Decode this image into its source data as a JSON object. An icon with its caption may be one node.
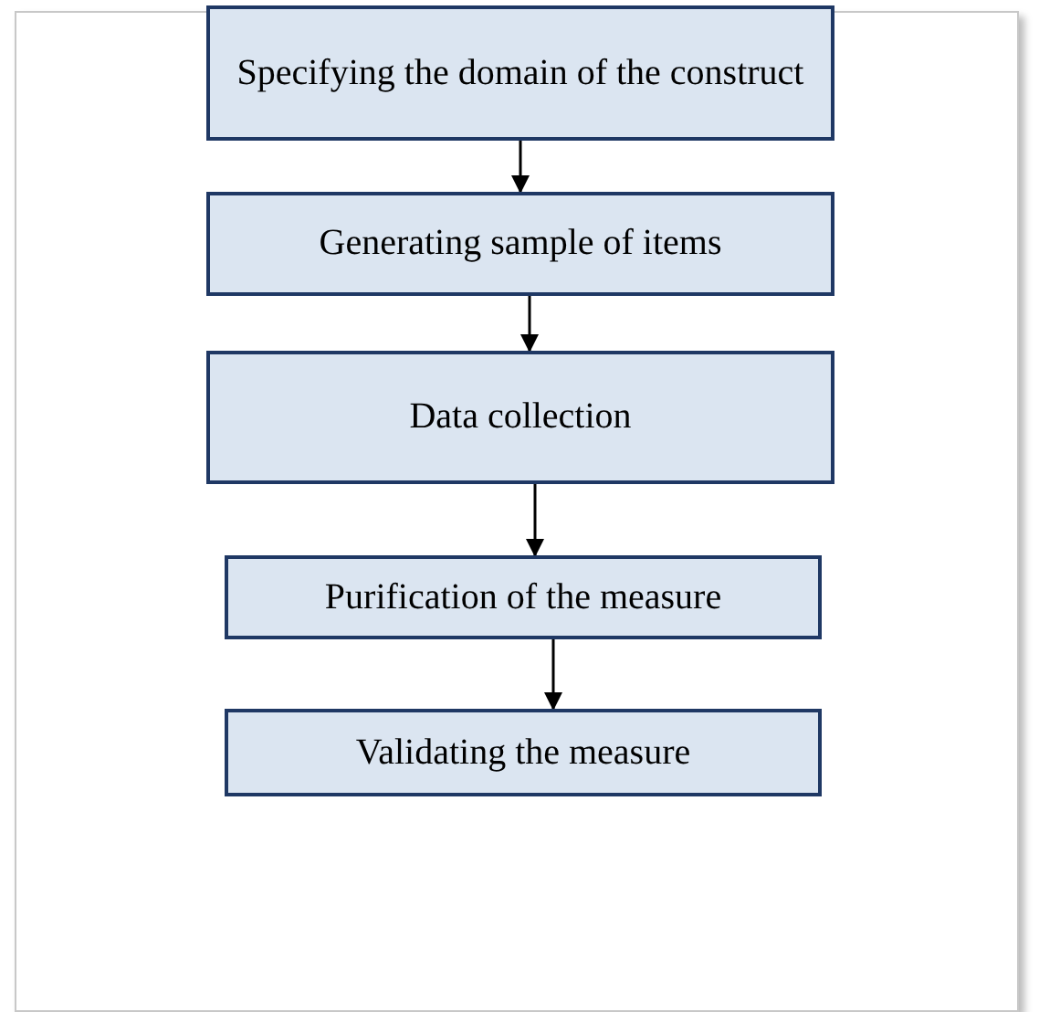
{
  "diagram": {
    "nodes": [
      {
        "text": [
          "Specifying the domain of the construct"
        ]
      },
      {
        "text": [
          "Generating sample of items"
        ]
      },
      {
        "text": [
          "Data collection"
        ]
      },
      {
        "text": [
          "Purification of the measure"
        ]
      },
      {
        "text": [
          "Validating the measure"
        ]
      }
    ],
    "edges": [
      {
        "from": 0,
        "to": 1,
        "arrow": "to"
      },
      {
        "from": 1,
        "to": 2,
        "arrow": "to"
      },
      {
        "from": 2,
        "to": 3,
        "arrow": "to"
      },
      {
        "from": 3,
        "to": 4,
        "arrow": "to"
      }
    ]
  }
}
